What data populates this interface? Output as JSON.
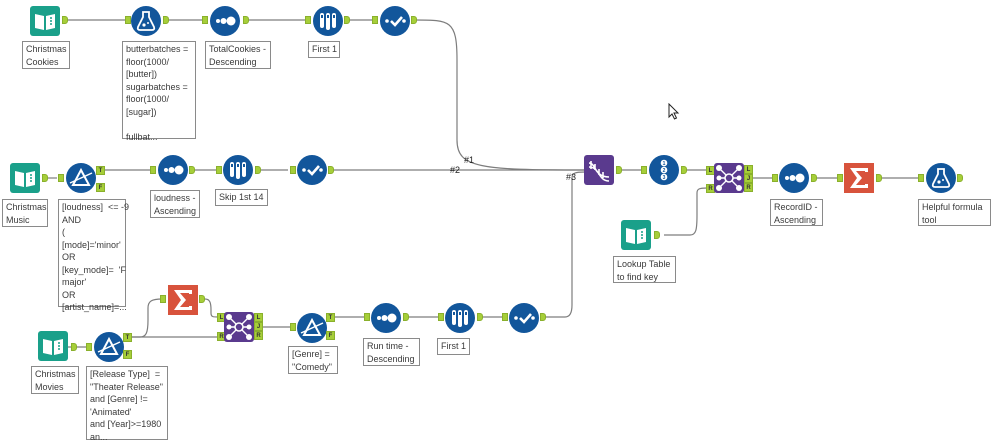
{
  "app": "Alteryx Designer workflow canvas",
  "colors": {
    "input_teal": "#1aa08a",
    "prep_blue": "#12569b",
    "join_purple": "#5a3a8e",
    "transform_orange": "#d8533c",
    "anchor_green": "#a6ce39",
    "wire_gray": "#7d7d7d"
  },
  "tools": [
    {
      "id": "christmas-cookies",
      "type": "input-data",
      "icon": "book-icon",
      "annotation": "Christmas\nCookies"
    },
    {
      "id": "formula-cookies",
      "type": "formula",
      "icon": "flask-icon",
      "annotation": "butterbatches =\nfloor(1000/\n[butter])\nsugarbatches =\nfloor(1000/\n[sugar])\n\nfullbat..."
    },
    {
      "id": "sort-cookies",
      "type": "sort",
      "icon": "sort-dots-icon",
      "annotation": "TotalCookies -\nDescending"
    },
    {
      "id": "sample-cookies",
      "type": "sample",
      "icon": "test-tubes-icon",
      "annotation": "First 1"
    },
    {
      "id": "select-cookies",
      "type": "select",
      "icon": "checkmark-icon",
      "annotation": ""
    },
    {
      "id": "christmas-music",
      "type": "input-data",
      "icon": "book-icon",
      "annotation": "Christmas\nMusic"
    },
    {
      "id": "filter-music",
      "type": "filter",
      "icon": "filter-prism-icon",
      "annotation": "[loudness]  <= -9\nAND\n(\n[mode]='minor'\nOR\n[key_mode]=  'F\nmajor'\nOR\n[artist_name]=..."
    },
    {
      "id": "sort-music",
      "type": "sort",
      "icon": "sort-dots-icon",
      "annotation": "loudness -\nAscending"
    },
    {
      "id": "sample-music",
      "type": "sample",
      "icon": "test-tubes-icon",
      "annotation": "Skip 1st 14"
    },
    {
      "id": "select-music",
      "type": "select",
      "icon": "checkmark-icon",
      "annotation": ""
    },
    {
      "id": "union",
      "type": "union",
      "icon": "dna-icon",
      "annotation": ""
    },
    {
      "id": "record-id",
      "type": "record-id",
      "icon": "numbered-list-icon",
      "annotation": ""
    },
    {
      "id": "lookup-table",
      "type": "input-data",
      "icon": "book-icon",
      "annotation": "Lookup Table\nto find key"
    },
    {
      "id": "join-lookup",
      "type": "join",
      "icon": "join-hub-icon",
      "annotation": ""
    },
    {
      "id": "sort-recordid",
      "type": "sort",
      "icon": "sort-dots-icon",
      "annotation": "RecordID -\nAscending"
    },
    {
      "id": "summarize-final",
      "type": "summarize",
      "icon": "sigma-icon",
      "annotation": ""
    },
    {
      "id": "formula-final",
      "type": "formula",
      "icon": "flask-icon",
      "annotation": "Helpful formula\ntool"
    },
    {
      "id": "christmas-movies",
      "type": "input-data",
      "icon": "book-icon",
      "annotation": "Christmas\nMovies"
    },
    {
      "id": "filter-movies",
      "type": "filter",
      "icon": "filter-prism-icon",
      "annotation": "[Release Type]  =\n\"Theater Release\"\nand [Genre] !=\n'Animated'\nand [Year]>=1980\nan..."
    },
    {
      "id": "summarize-movies",
      "type": "summarize",
      "icon": "sigma-icon",
      "annotation": ""
    },
    {
      "id": "join-movies",
      "type": "join",
      "icon": "join-hub-icon",
      "annotation": ""
    },
    {
      "id": "filter-genre",
      "type": "filter",
      "icon": "filter-prism-icon",
      "annotation": "[Genre] =\n\"Comedy\""
    },
    {
      "id": "sort-movies",
      "type": "sort",
      "icon": "sort-dots-icon",
      "annotation": "Run time -\nDescending"
    },
    {
      "id": "sample-movies",
      "type": "sample",
      "icon": "test-tubes-icon",
      "annotation": "First 1"
    },
    {
      "id": "select-movies",
      "type": "select",
      "icon": "checkmark-icon",
      "annotation": ""
    }
  ],
  "wire_labels": [
    "#1",
    "#2",
    "#3"
  ],
  "anchors": {
    "true": "T",
    "false": "F",
    "left": "L",
    "join": "J",
    "right": "R"
  }
}
